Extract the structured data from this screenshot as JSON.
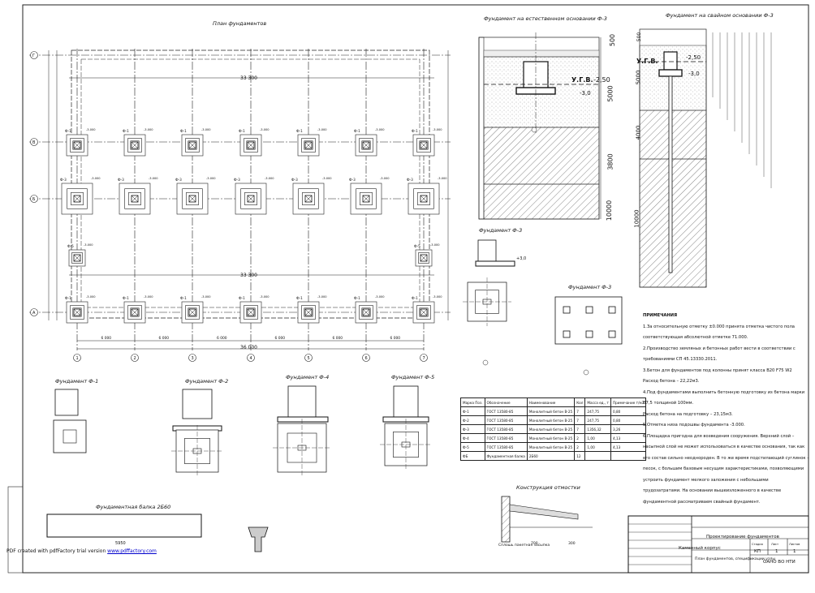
{
  "titles": {
    "plan": "План фундаментов",
    "natural": "Фундамент на естественном основании Ф-3",
    "piles": "Фундамент на свайном основании Ф-3",
    "f3a": "Фундамент Ф-3",
    "f3b": "Фундамент Ф-3",
    "f1": "Фундамент Ф-1",
    "f2": "Фундамент Ф-2",
    "f4": "Фундамент Ф-4",
    "f5": "Фундамент Ф-5",
    "beam": "Фундаментная балка 2Б60",
    "blind": "Конструкция отмостки"
  },
  "plan": {
    "axes_num": [
      "1",
      "2",
      "3",
      "4",
      "5",
      "6",
      "7"
    ],
    "axes_let": [
      "Г",
      "В",
      "Б",
      "А"
    ],
    "elev": "-3.000",
    "dims_bottom": [
      "6 000",
      "6 000",
      "6 000",
      "6 000",
      "6 000",
      "6 000"
    ],
    "total": "36 000",
    "inner": "33 300",
    "found_labels": [
      "Ф-1",
      "Ф-3",
      "Ф-5",
      "Ф-2",
      "Ф-4",
      "ФБ"
    ]
  },
  "sections": {
    "ugv": "У.Г.В.",
    "minus250": "-2,50",
    "minus30": "-3,0",
    "plus30": "+3,0",
    "dims_left": [
      "500",
      "5000",
      "3800",
      "10000"
    ],
    "dims_right": [
      "500",
      "5000",
      "4000",
      "10000"
    ]
  },
  "spec": {
    "headers": [
      "Марка Поз.",
      "Обозначение",
      "Наименование",
      "Кол",
      "Масса ед., т",
      "Примечание т/м3"
    ],
    "rows": [
      [
        "Ф-1",
        "ГОСТ 13580-85",
        "Монолитный бетон В-25",
        "7",
        "247,75",
        "0,80"
      ],
      [
        "Ф-2",
        "ГОСТ 13580-85",
        "Монолитный бетон В-25",
        "7",
        "247,75",
        "0,80"
      ],
      [
        "Ф-3",
        "ГОСТ 13580-85",
        "Монолитный бетон В-25",
        "7",
        "1356,32",
        "3,26"
      ],
      [
        "Ф-4",
        "ГОСТ 13580-85",
        "Монолитный бетон В-25",
        "2",
        "1,00",
        "4,13"
      ],
      [
        "Ф-5",
        "ГОСТ 13580-85",
        "Монолитный бетон В-25",
        "2",
        "1,00",
        "4,13"
      ],
      [
        "ФБ",
        "Фундаментная балка",
        "2Б60",
        "12",
        "",
        ""
      ]
    ]
  },
  "notes": [
    "ПРИМЕЧАНИЯ",
    "1.За относительную отметку ±0.000 принята отметка чистого пола",
    "соответствующая абсолютной отметке 71.000.",
    "2.Производство земляных и бетонных работ вести в соответствии с",
    "требованиями СП 45.13330.2011.",
    "3.Бетон для фундаментов под колонны принят класса В20 F75 W2",
    "Расход бетона – 22,22м3.",
    "4.Под фундаментами выполнить бетонную подготовку из бетона марки",
    "В7,5 толщиной 100мм.",
    "Расход бетона на подготовку – 23,15м3.",
    "5.Отметка низа подошвы фундамента -3.000.",
    "6.Площадка пригодна для возведения сооружения. Верхний слой –",
    "насыпной слой не может использоваться в качестве основания, так как",
    " его состав сильно неоднороден. В то же время подстилающий суглинок –",
    "песок, с большим базовым несущим характеристиками, позволяющими",
    " устроить фундамент мелкого заложения с небольшими",
    "трудозатратами. На основании вышеизложенного в качестве",
    "фундаментной рассматриваем свайный фундамент."
  ],
  "blind_area": {
    "ground": "Сплошь пакетная засыпка",
    "d1": "700",
    "d2": "300"
  },
  "beam": {
    "length": "5950"
  },
  "stamp": {
    "project": "Проектирование фундаментов",
    "type": "Каменный корпус",
    "sheet_title": "План фундаментов, спецификации,узлы",
    "org": "ОАНО ВО НТИ",
    "stage": "КП",
    "sheet": "1",
    "sheets": "1",
    "col_stage": "Стадия",
    "col_sheet": "Лист",
    "col_sheets": "Листов"
  },
  "footer": {
    "text": "PDF created with pdfFactory trial version ",
    "link": "www.pdffactory.com"
  }
}
